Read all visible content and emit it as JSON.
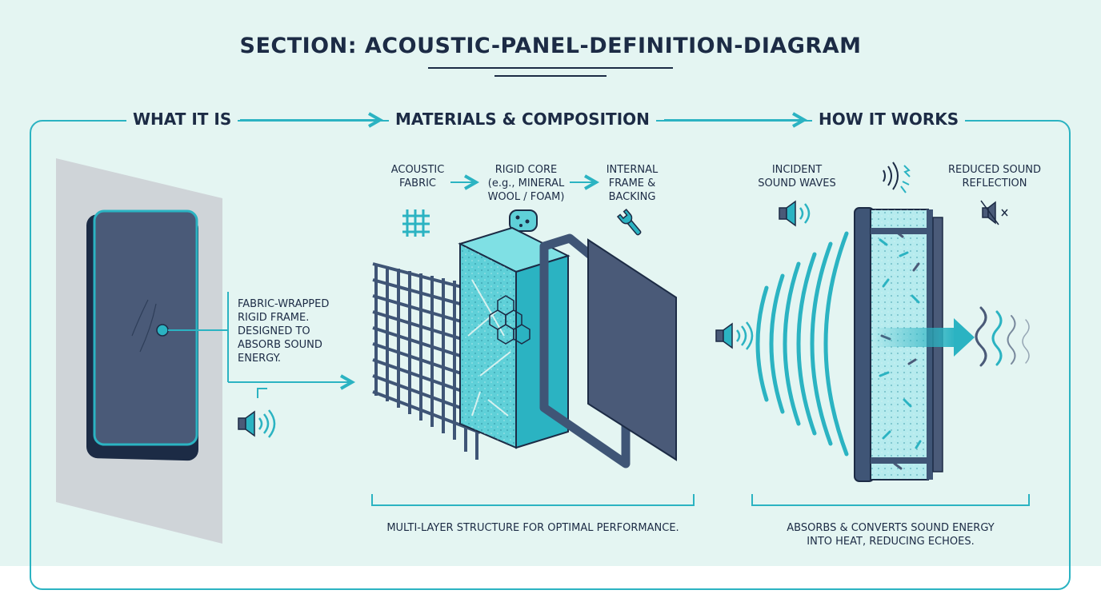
{
  "title": "SECTION: ACOUSTIC-PANEL-DEFINITION-DIAGRAM",
  "columns": {
    "what": {
      "heading": "WHAT IT IS",
      "description": "FABRIC-WRAPPED\nRIGID FRAME.\nDESIGNED TO\nABSORB SOUND\nENERGY."
    },
    "materials": {
      "heading": "MATERIALS & COMPOSITION",
      "layers": [
        {
          "label": "ACOUSTIC\nFABRIC",
          "icon": "fabric-weave-icon"
        },
        {
          "label": "RIGID CORE\n(e.g., MINERAL\nWOOL / FOAM)",
          "icon": "sponge-icon"
        },
        {
          "label": "INTERNAL\nFRAME &\nBACKING",
          "icon": "wrench-icon"
        }
      ],
      "caption": "MULTI-LAYER STRUCTURE FOR OPTIMAL PERFORMANCE."
    },
    "how": {
      "heading": "HOW IT WORKS",
      "incident_label": "INCIDENT\nSOUND WAVES",
      "reduced_label": "REDUCED SOUND\nREFLECTION",
      "caption": "ABSORBS & CONVERTS SOUND ENERGY\nINTO HEAT, REDUCING ECHOES."
    }
  },
  "icons": [
    "speaker-icon",
    "speaker-icon",
    "speaker-icon",
    "sound-burst-icon",
    "speaker-muted-icon",
    "arrow-icon"
  ],
  "colors": {
    "accent": "#2bb3c2",
    "dark": "#1c2b45",
    "panel": "#4a5a78",
    "core": "#5fd0d8",
    "background": "#e4f5f2"
  }
}
